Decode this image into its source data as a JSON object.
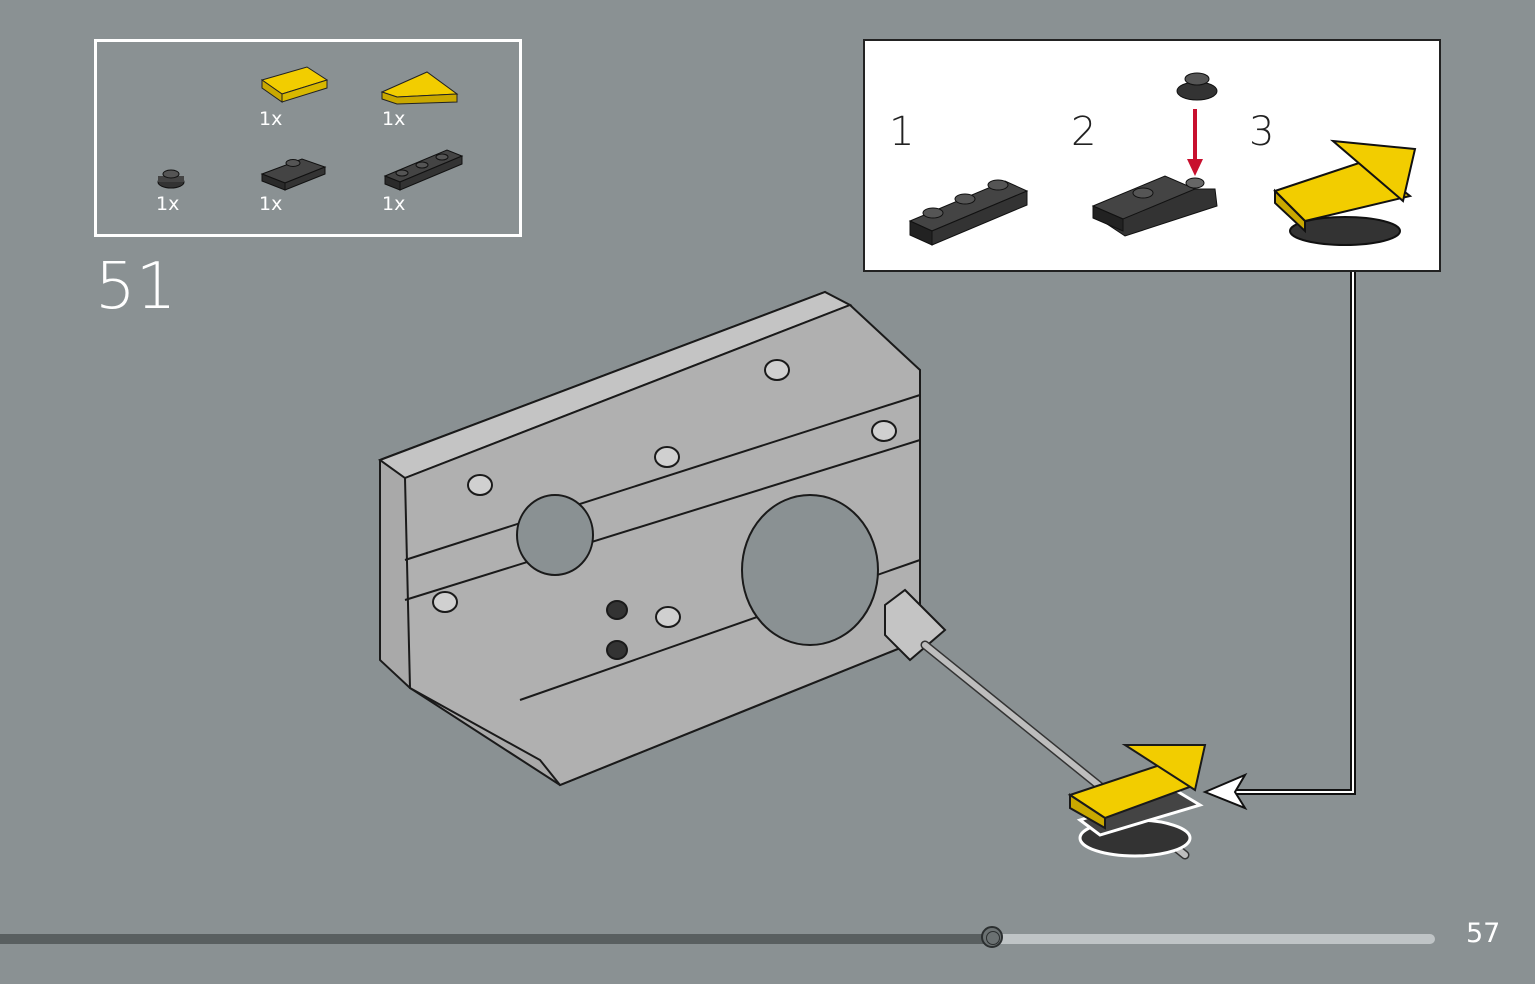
{
  "parts_list": {
    "items": [
      {
        "name": "yellow-tile-1x2",
        "color": "#f2cd00",
        "qty": "1x"
      },
      {
        "name": "yellow-wedge-tile",
        "color": "#f2cd00",
        "qty": "1x"
      },
      {
        "name": "dark-round-plate-1x1",
        "color": "#3a3c3d",
        "qty": "1x"
      },
      {
        "name": "dark-jumper-plate-1x2",
        "color": "#3a3c3d",
        "qty": "1x"
      },
      {
        "name": "dark-plate-1x3-rounded",
        "color": "#3a3c3d",
        "qty": "1x"
      }
    ]
  },
  "step_number": "51",
  "callout": {
    "substeps": [
      "1",
      "2",
      "3"
    ]
  },
  "progress": {
    "fraction": 0.69
  },
  "page_number": "57",
  "colors": {
    "background": "#8a9193",
    "accent_yellow": "#f2cd00",
    "arrow_red": "#c8102e"
  }
}
